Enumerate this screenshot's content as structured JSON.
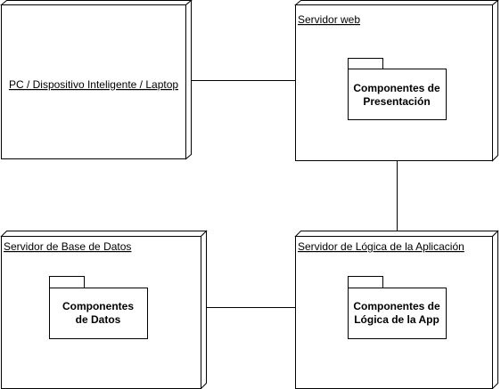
{
  "diagram": {
    "type": "uml-deployment",
    "nodes": [
      {
        "id": "client",
        "name": "PC / Dispositivo Inteligente / Laptop",
        "package": null
      },
      {
        "id": "web",
        "name": "Servidor web",
        "package": [
          "Componentes de",
          "Presentación"
        ]
      },
      {
        "id": "db",
        "name": "Servidor de Base de Datos",
        "package": [
          "Componentes",
          "de Datos"
        ]
      },
      {
        "id": "app",
        "name": "Servidor de Lógica de la Aplicación",
        "package": [
          "Componentes de",
          "Lógica de la App"
        ]
      }
    ],
    "connections": [
      {
        "from": "client",
        "to": "web"
      },
      {
        "from": "web",
        "to": "app"
      },
      {
        "from": "db",
        "to": "app"
      }
    ],
    "colors": {
      "stroke": "#000000",
      "fill": "#ffffff"
    }
  }
}
